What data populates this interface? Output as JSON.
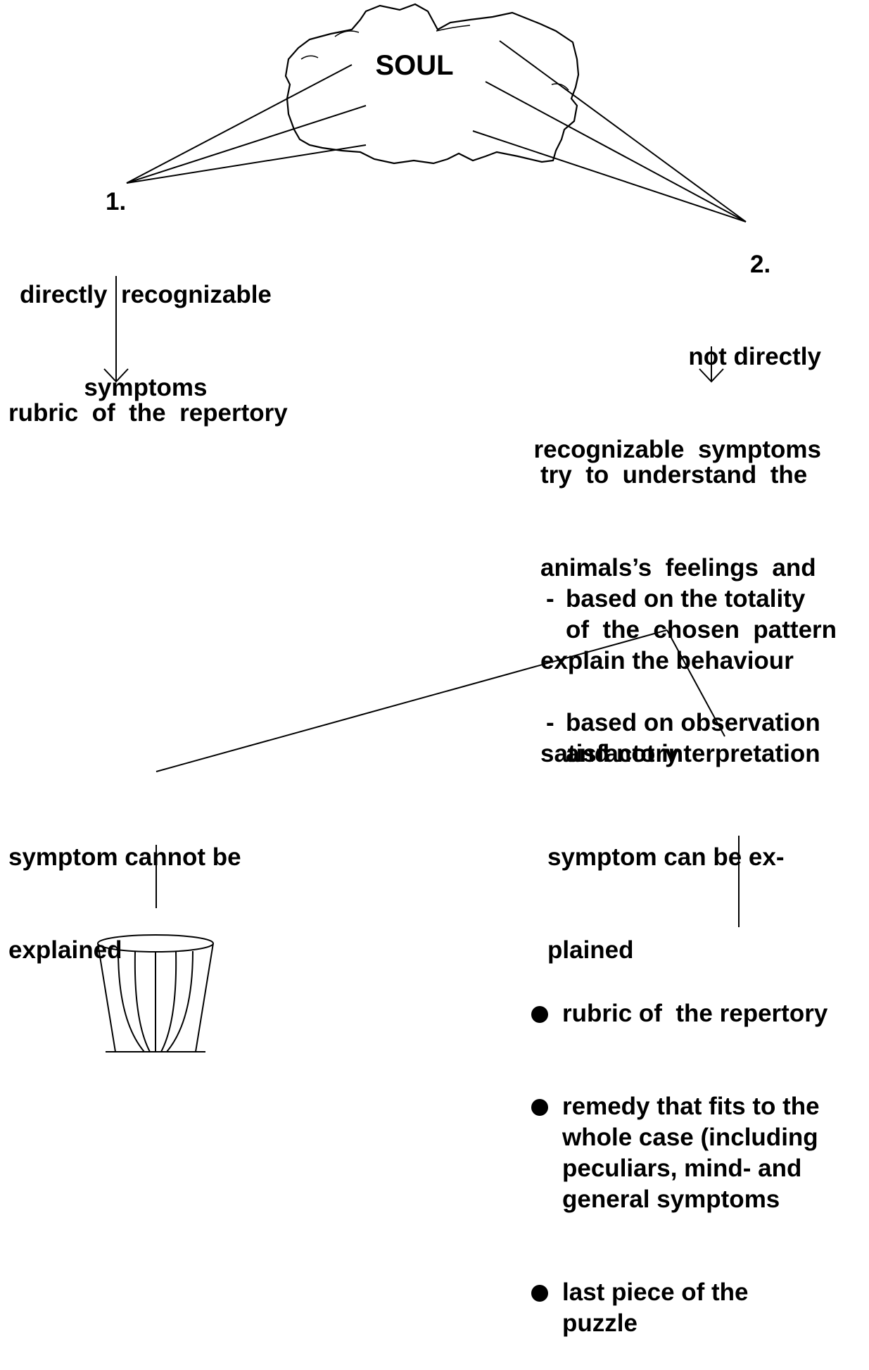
{
  "soul_label": "SOUL",
  "branch1": {
    "number": "1.",
    "title_lines": [
      "directly  recognizable",
      "symptoms"
    ],
    "result": "rubric  of  the  repertory"
  },
  "branch2": {
    "number": "2.",
    "title_lines": [
      "not directly",
      "recognizable  symptoms"
    ],
    "intro_lines": [
      "try  to  understand  the",
      "animals’s  feelings  and",
      "explain the behaviour",
      "satisfactory"
    ],
    "criteria": [
      {
        "lines": [
          "based on the totality",
          "of  the  chosen  pattern"
        ]
      },
      {
        "lines": [
          "based on observation",
          "and not interpretation"
        ]
      }
    ]
  },
  "outcome_no": {
    "lines": [
      "symptom cannot be",
      "explained"
    ],
    "icon": "wastebasket-icon"
  },
  "outcome_yes": {
    "lines": [
      "symptom can be ex-",
      "plained"
    ],
    "bullets": [
      {
        "lines": [
          "rubric of  the repertory"
        ]
      },
      {
        "lines": [
          "remedy that fits to the",
          "whole case (including",
          "peculiars, mind- and",
          "general symptoms"
        ]
      },
      {
        "lines": [
          "last piece of the",
          "puzzle"
        ]
      }
    ]
  }
}
